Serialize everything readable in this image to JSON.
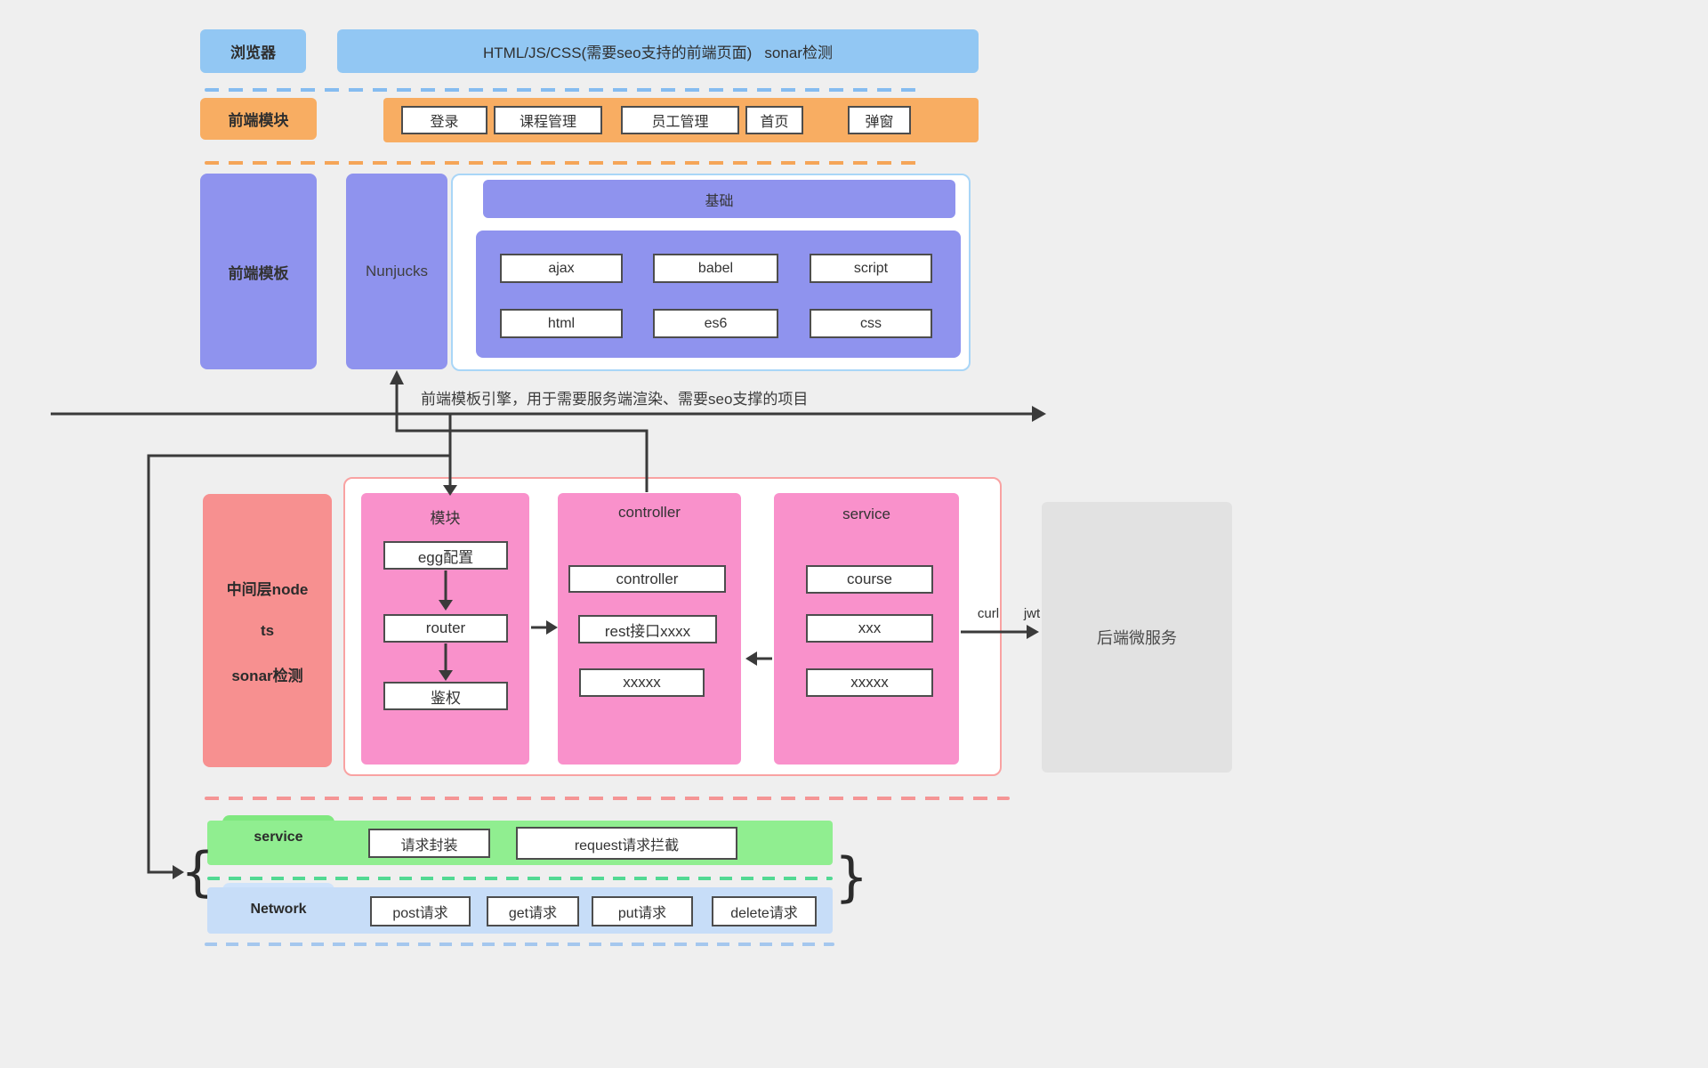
{
  "palette": {
    "background": "#efefef",
    "blue": "#92c7f3",
    "blue_dash": "#85bcf0",
    "orange": "#f8ad62",
    "purple": "#8f93ee",
    "salmon": "#f79090",
    "pink": "#f991cb",
    "pink_border": "#f9a2a2",
    "green": "#90ee90",
    "green_dash": "#52d993",
    "network_blue": "#c7ddf8",
    "gray": "#e2e2e2",
    "line": "#3a3a3a"
  },
  "browser_row": {
    "label": "浏览器",
    "bar": "HTML/JS/CSS(需要seo支持的前端页面)   sonar检测"
  },
  "frontend_modules": {
    "label": "前端模块",
    "buttons": [
      "登录",
      "课程管理",
      "员工管理",
      "首页",
      "弹窗"
    ]
  },
  "template_section": {
    "label": "前端模板",
    "engine": "Nunjucks",
    "base_header": "基础",
    "row1": [
      "ajax",
      "babel",
      "script"
    ],
    "row2": [
      "html",
      "es6",
      "css"
    ]
  },
  "annotation": "前端模板引擎，用于需要服务端渲染、需要seo支撑的项目",
  "middle_layer": {
    "side_label": [
      "中间层node",
      "ts",
      "sonar检测"
    ],
    "module_col": {
      "title": "模块",
      "items": [
        "egg配置",
        "router",
        "鉴权"
      ]
    },
    "controller_col": {
      "title": "controller",
      "items": [
        "controller",
        "rest接口xxxx",
        "xxxxx"
      ]
    },
    "service_col": {
      "title": "service",
      "items": [
        "course",
        "xxx",
        "xxxxx"
      ]
    },
    "curl_label": "curl",
    "jwt_label": "jwt",
    "backend": "后端微服务"
  },
  "service_row": {
    "label": "service",
    "buttons": [
      "请求封装",
      "request请求拦截"
    ]
  },
  "network_row": {
    "label": "Network",
    "buttons": [
      "post请求",
      "get请求",
      "put请求",
      "delete请求"
    ]
  },
  "braces": {
    "left": "{",
    "right": "}"
  }
}
